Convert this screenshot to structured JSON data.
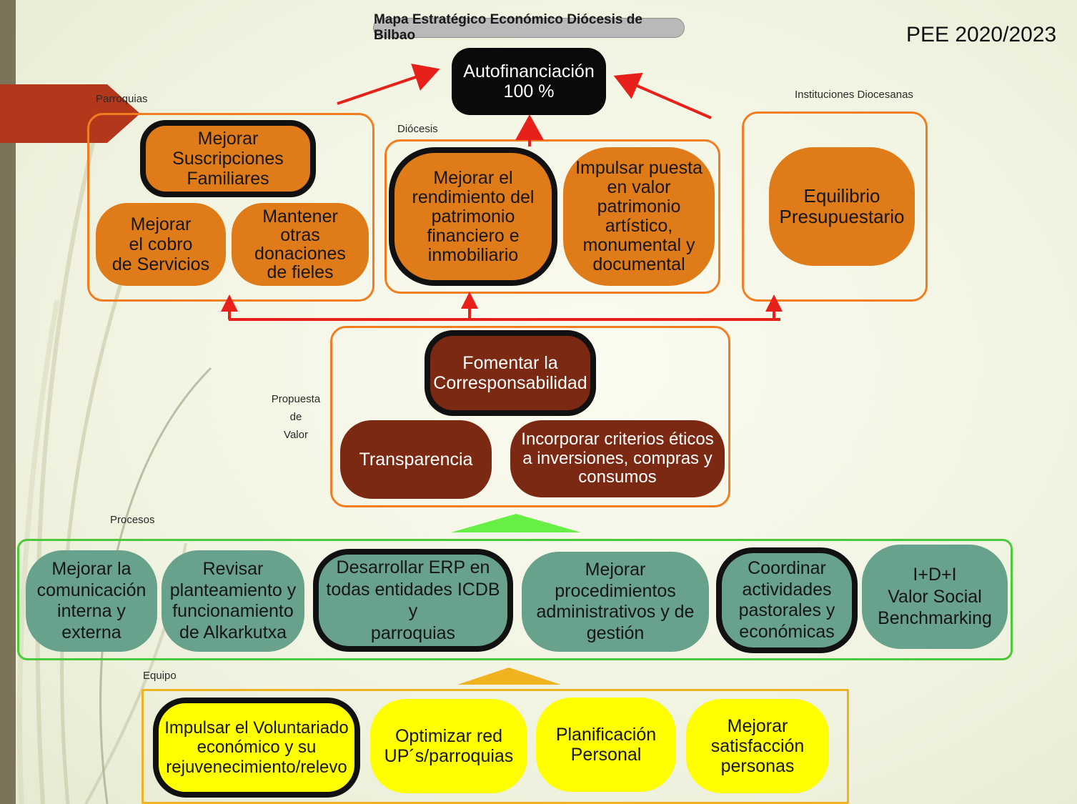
{
  "header": {
    "title": "Mapa Estratégico Económico Diócesis de Bilbao",
    "period": "PEE 2020/2023"
  },
  "top": {
    "line1": "Autofinanciación",
    "line2": "100 %"
  },
  "sections": {
    "parroquias": "Parroquias",
    "diocesis": "Diócesis",
    "instituciones": "Instituciones Diocesanas",
    "propuesta_l1": "Propuesta",
    "propuesta_l2": "de",
    "propuesta_l3": "Valor",
    "procesos": "Procesos",
    "equipo": "Equipo"
  },
  "parroquias": {
    "suscripciones": [
      "Mejorar",
      "Suscripciones",
      "Familiares"
    ],
    "cobro": [
      "Mejorar",
      "el cobro",
      "de Servicios"
    ],
    "donaciones": [
      "Mantener",
      "otras",
      "donaciones",
      "de fieles"
    ]
  },
  "diocesis": {
    "rendimiento": [
      "Mejorar el",
      "rendimiento del",
      "patrimonio",
      "financiero e",
      "inmobiliario"
    ],
    "patrimonio": [
      "Impulsar puesta",
      "en valor",
      "patrimonio",
      "artístico,",
      "monumental y",
      "documental"
    ]
  },
  "instituciones": {
    "equilibrio": [
      "Equilibrio",
      "Presupuestario"
    ]
  },
  "propuesta": {
    "corresponsabilidad": [
      "Fomentar la",
      "Corresponsabilidad"
    ],
    "transparencia": [
      "Transparencia"
    ],
    "eticos": [
      "Incorporar criterios éticos",
      "a inversiones, compras y",
      "consumos"
    ]
  },
  "procesos": {
    "comunicacion": [
      "Mejorar la",
      "comunicación",
      "interna y",
      "externa"
    ],
    "alkarkutxa": [
      "Revisar",
      "planteamiento y",
      "funcionamiento",
      "de Alkarkutxa"
    ],
    "erp": [
      "Desarrollar ERP en",
      "todas entidades ICDB y",
      "parroquias"
    ],
    "procedimientos": [
      "Mejorar",
      "procedimientos",
      "administrativos y de",
      "gestión"
    ],
    "coordinar": [
      "Coordinar",
      "actividades",
      "pastorales y",
      "económicas"
    ],
    "idi": [
      "I+D+I",
      "Valor Social",
      "Benchmarking"
    ]
  },
  "equipo": {
    "voluntariado": [
      "Impulsar el Voluntariado",
      "económico y su",
      "rejuvenecimiento/relevo"
    ],
    "red": [
      "Optimizar red",
      "UP´s/parroquias"
    ],
    "planificacion": [
      "Planificación",
      "Personal"
    ],
    "satisfaccion": [
      "Mejorar",
      "satisfacción",
      "personas"
    ]
  },
  "colors": {
    "orange": "#e07b19",
    "brown": "#7b2913",
    "teal": "#68a18c",
    "yellow": "#ffff00",
    "frame_orange": "#f27d20",
    "frame_green": "#4cc93a",
    "frame_yellow": "#f0b320",
    "arrow_red": "#e8201a"
  }
}
